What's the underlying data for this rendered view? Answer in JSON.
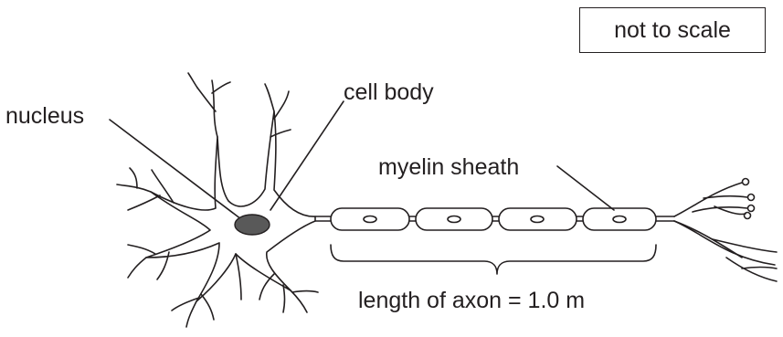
{
  "labels": {
    "scale_note": "not to scale",
    "nucleus": "nucleus",
    "cell_body": "cell body",
    "myelin_sheath": "myelin sheath",
    "axon_length": "length of axon = 1.0 m"
  },
  "colors": {
    "line": "#231f20",
    "nucleus_fill": "#595959",
    "background": "#ffffff"
  }
}
